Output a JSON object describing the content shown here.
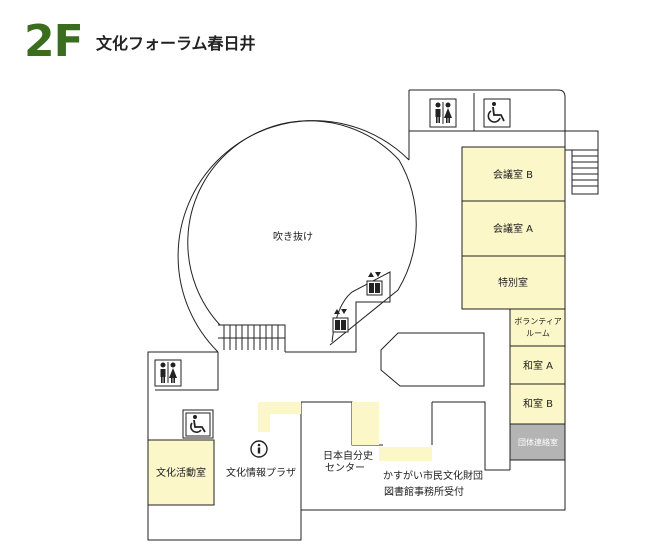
{
  "header": {
    "floor": "2F",
    "building": "文化フォーラム春日井"
  },
  "rooms": {
    "kaigi_b": "会議室 B",
    "kaigi_a": "会議室 A",
    "tokubetsu": "特別室",
    "volunteer_1": "ボランティア",
    "volunteer_2": "ルーム",
    "washitsu_a": "和室 A",
    "washitsu_b": "和室 B",
    "dantai": "団体連絡室",
    "fukinuke": "吹き抜け",
    "bunka_katsudo": "文化活動室",
    "bunka_joho": "文化情報プラザ",
    "jibun_1": "日本自分史",
    "jibun_2": "センター",
    "zaidan": "かすがい市民文化財団",
    "toshokan": "図書館事務所受付"
  },
  "icons": {
    "restroom": "restroom-icon",
    "accessible": "wheelchair-icon",
    "elevator": "elevator-icon",
    "info": "information-icon"
  },
  "colors": {
    "room_fill": "#fbf7c8",
    "dantai_fill": "#b4b4b4",
    "floor_label": "#3b6d1e",
    "wall": "#222222"
  }
}
